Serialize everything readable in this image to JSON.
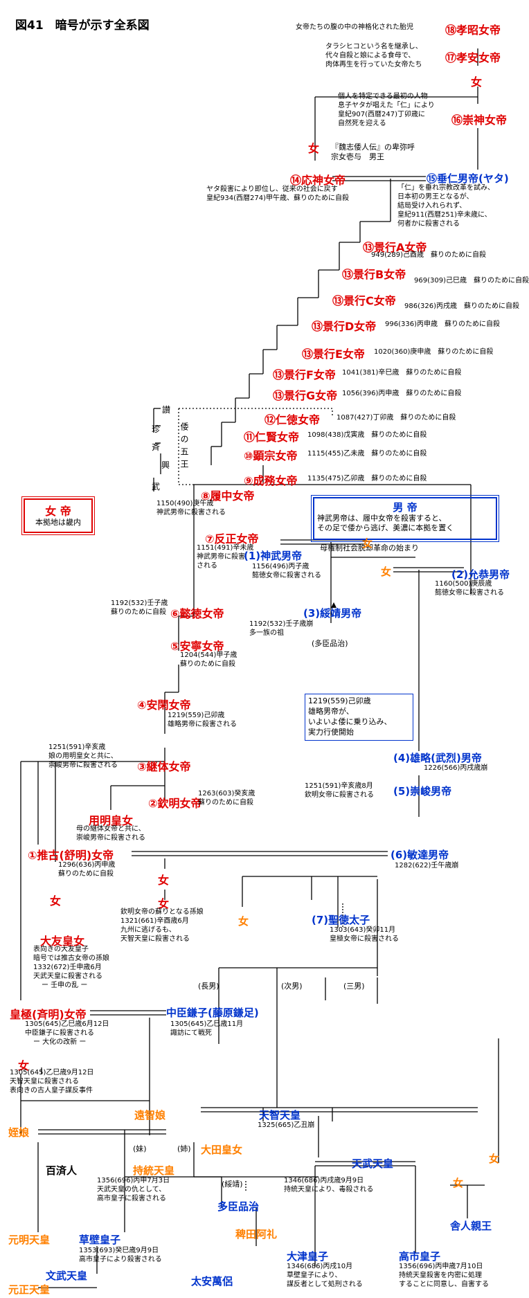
{
  "title": "図41　暗号が示す全系図",
  "legend_f": {
    "title": "女 帝",
    "sub": "本拠地は畿内"
  },
  "legend_m": {
    "title": "男 帝",
    "l1": "神武男帝は、履中女帝を殺害すると、",
    "l2": "その足で倭から逃げ、美濃に本拠を置く",
    "below": "母権制社会脱却革命の始まり"
  },
  "box_note": {
    "l1": "1219(559)己卯歳",
    "l2": "雄略男帝が、",
    "l3": "いよいよ倭に乗り込み、",
    "l4": "実力行使開始"
  },
  "nodes": {
    "n18": "⑱孝昭女帝",
    "n17": "⑰孝安女帝",
    "n16": "⑯崇神女帝",
    "n14": "⑭応神女帝",
    "n15": "⑮垂仁男帝(ヤタ)",
    "n13a": "⑬景行A女帝",
    "n13b": "⑬景行B女帝",
    "n13c": "⑬景行C女帝",
    "n13d": "⑬景行D女帝",
    "n13e": "⑬景行E女帝",
    "n13f": "⑬景行F女帝",
    "n13g": "⑬景行G女帝",
    "n12": "⑫仁徳女帝",
    "n11": "⑪仁賢女帝",
    "n10": "⑩顕宗女帝",
    "n9": "⑨成務女帝",
    "n8": "⑧履中女帝",
    "n7": "⑦反正女帝",
    "n6": "⑥懿徳女帝",
    "n5": "⑤安寧女帝",
    "n4": "④安閑女帝",
    "n3": "③継体女帝",
    "n2": "②欽明女帝",
    "n1": "①推古(舒明)女帝",
    "youmei": "用明皇女",
    "ootomo": "大友皇女",
    "kogyoku": "皇極(斉明)女帝",
    "m1": "(1)神武男帝",
    "m2": "(2)允恭男帝",
    "m3": "(3)綏靖男帝",
    "m4": "(4)雄略(武烈)男帝",
    "m5": "(5)崇峻男帝",
    "m6": "(6)敏達男帝",
    "m7": "(7)聖徳太子",
    "nakatomi": "中臣鎌子(藤原鎌足)",
    "tenchi": "天智天皇",
    "tenmu": "天武天皇",
    "ohonomichi": "多臣品治",
    "kusakabe": "草壁皇子",
    "toneri": "舎人親王",
    "otsu": "大津皇子",
    "takechi": "高市皇子",
    "monmu": "文武天皇",
    "taiyasu": "太安萬侶",
    "jito": "持統天皇",
    "ootanomiko": "大田皇女",
    "ochi": "遠智娘",
    "mei": "姪娘",
    "genmei": "元明天皇",
    "gensho": "元正天皇",
    "hieda": "稗田阿礼",
    "kudara": "百済人",
    "onna": "女"
  },
  "notes": {
    "n18": "女帝たちの腹の中の神格化された胎児",
    "n17a": "タラシヒコという名を継承し、",
    "n17b": "代々自殺と娘による食母で、",
    "n17c": "肉体再生を行っていた女帝たち",
    "n16a": "個人を特定できる最初の人物",
    "n16b": "息子ヤタが唱えた「仁」により",
    "n16c": "皇紀907(西暦247)丁卯歳に",
    "n16d": "自然死を迎える",
    "himiko1": "『魏志倭人伝』の卑弥呼",
    "himiko2": "宗女壱与　男王",
    "n14a": "ヤタ殺害により即位し、従来の社会に戻す",
    "n14b": "皇紀934(西暦274)甲午歳、蘇りのために自殺",
    "n15a": "「仁」を垂れ宗教改革を試み、",
    "n15b": "日本初の男王となるが、",
    "n15c": "結局受け入れられず、",
    "n15d": "皇紀911(西暦251)辛未歳に、",
    "n15e": "何者かに殺害される",
    "n13a": "949(289)己酉歳　蘇りのために自殺",
    "n13b": "969(309)己巳歳　蘇りのために自殺",
    "n13c": "986(326)丙戌歳　蘇りのために自殺",
    "n13d": "996(336)丙申歳　蘇りのために自殺",
    "n13e": "1020(360)庚申歳　蘇りのために自殺",
    "n13f": "1041(381)辛巳歳　蘇りのために自殺",
    "n13g": "1056(396)丙申歳　蘇りのために自殺",
    "n12": "1087(427)丁卯歳　蘇りのために自殺",
    "n11": "1098(438)戊寅歳　蘇りのために自殺",
    "n10": "1115(455)乙未歳　蘇りのために自殺",
    "n9": "1135(475)乙卯歳　蘇りのために自殺",
    "n8a": "1150(490)庚午歳",
    "n8b": "神武男帝に殺害される",
    "n7a": "1151(491)辛未歳",
    "n7b": "神武男帝に殺害",
    "n7c": "される",
    "n6a": "1192(532)壬子歳",
    "n6b": "蘇りのために自殺",
    "n5a": "1204(544)甲子歳",
    "n5b": "蘇りのために自殺",
    "n4a": "1219(559)己卯歳",
    "n4b": "雄略男帝に殺害される",
    "n3a": "1251(591)辛亥歳",
    "n3b": "娘の用明皇女と共に、",
    "n3c": "崇峻男帝に殺害される",
    "n2a": "1263(603)癸亥歳",
    "n2b": "蘇りのために自殺",
    "youmeia": "母の継体女帝と共に、",
    "youmeib": "崇峻男帝に殺害される",
    "n1a": "1296(636)丙申歳",
    "n1b": "蘇りのために自殺",
    "m1a": "1156(496)丙子歳",
    "m1b": "懿徳女帝に殺害される",
    "m2a": "1160(500)庚辰歳",
    "m2b": "懿徳女帝に殺害される",
    "m3a": "1192(532)壬子歳崩",
    "m3b": "多一族の祖",
    "m3c": "(多臣品治)",
    "m4": "1226(566)丙戌歳崩",
    "m5a": "1251(591)辛亥歳8月",
    "m5b": "欽明女帝に殺害される",
    "m6": "1282(622)壬午歳崩",
    "kinmei1": "欽明女帝の蘇りとなる孫娘",
    "kinmei2": "1321(661)辛酉歳6月",
    "kinmei3": "九州に逃げるも、",
    "kinmei4": "天智天皇に殺害される",
    "m7a": "1303(643)癸卯11月",
    "m7b": "皇極女帝に殺害される",
    "ootomoa": "表向きの大友皇子",
    "ootomob": "暗号では推古女帝の孫娘",
    "ootomoc": "1332(672)壬申歳6月",
    "ootomod": "天武天皇に殺害される",
    "ootomoe": "ー 壬申の乱 ー",
    "kogyokua": "1305(645)乙巳歳6月12日",
    "kogyokub": "中臣鎌子に殺害される",
    "kogyokuc": "ー 大化の改新 ー",
    "nakatomia": "1305(645)乙巳歳11月",
    "nakatomib": "諏訪にて戦死",
    "onnaa": "1305(645)乙巳歳9月12日",
    "onnab": "天智天皇に殺害される",
    "onnac": "表向きの古人皇子謀反事件",
    "tenchi": "1325(665)乙丑崩",
    "jitoa": "1356(696)丙申7月3日",
    "jitob": "天武天皇の仇として、",
    "jitoc": "高市皇子に殺害される",
    "tenmua": "1346(686)丙戌歳9月9日",
    "tenmub": "持統天皇により、毒殺される",
    "kusakabea": "1353(693)癸巳歳9月9日",
    "kusakabeb": "高市皇子により殺害される",
    "otsua": "1346(686)丙戌10月",
    "otsub": "草壁皇子により、",
    "otsuc": "謀反者として処刑される",
    "takechia": "1356(696)丙申歳7月10日",
    "takechib": "持統天皇殺害を内密に処理",
    "takechic": "することに同意し、自害する",
    "choonan": "(長男)",
    "jinan": "(次男)",
    "sannan": "(三男)",
    "imo": "(妹)",
    "ane": "(姉)",
    "kousei": "(綏靖)"
  },
  "vertical": {
    "wa": "倭の五王",
    "kings": [
      "讃",
      "珍",
      "斉",
      "興",
      "武"
    ]
  },
  "colors": {
    "female": "#e00000",
    "male": "#0033cc",
    "orange": "#ff8000"
  }
}
